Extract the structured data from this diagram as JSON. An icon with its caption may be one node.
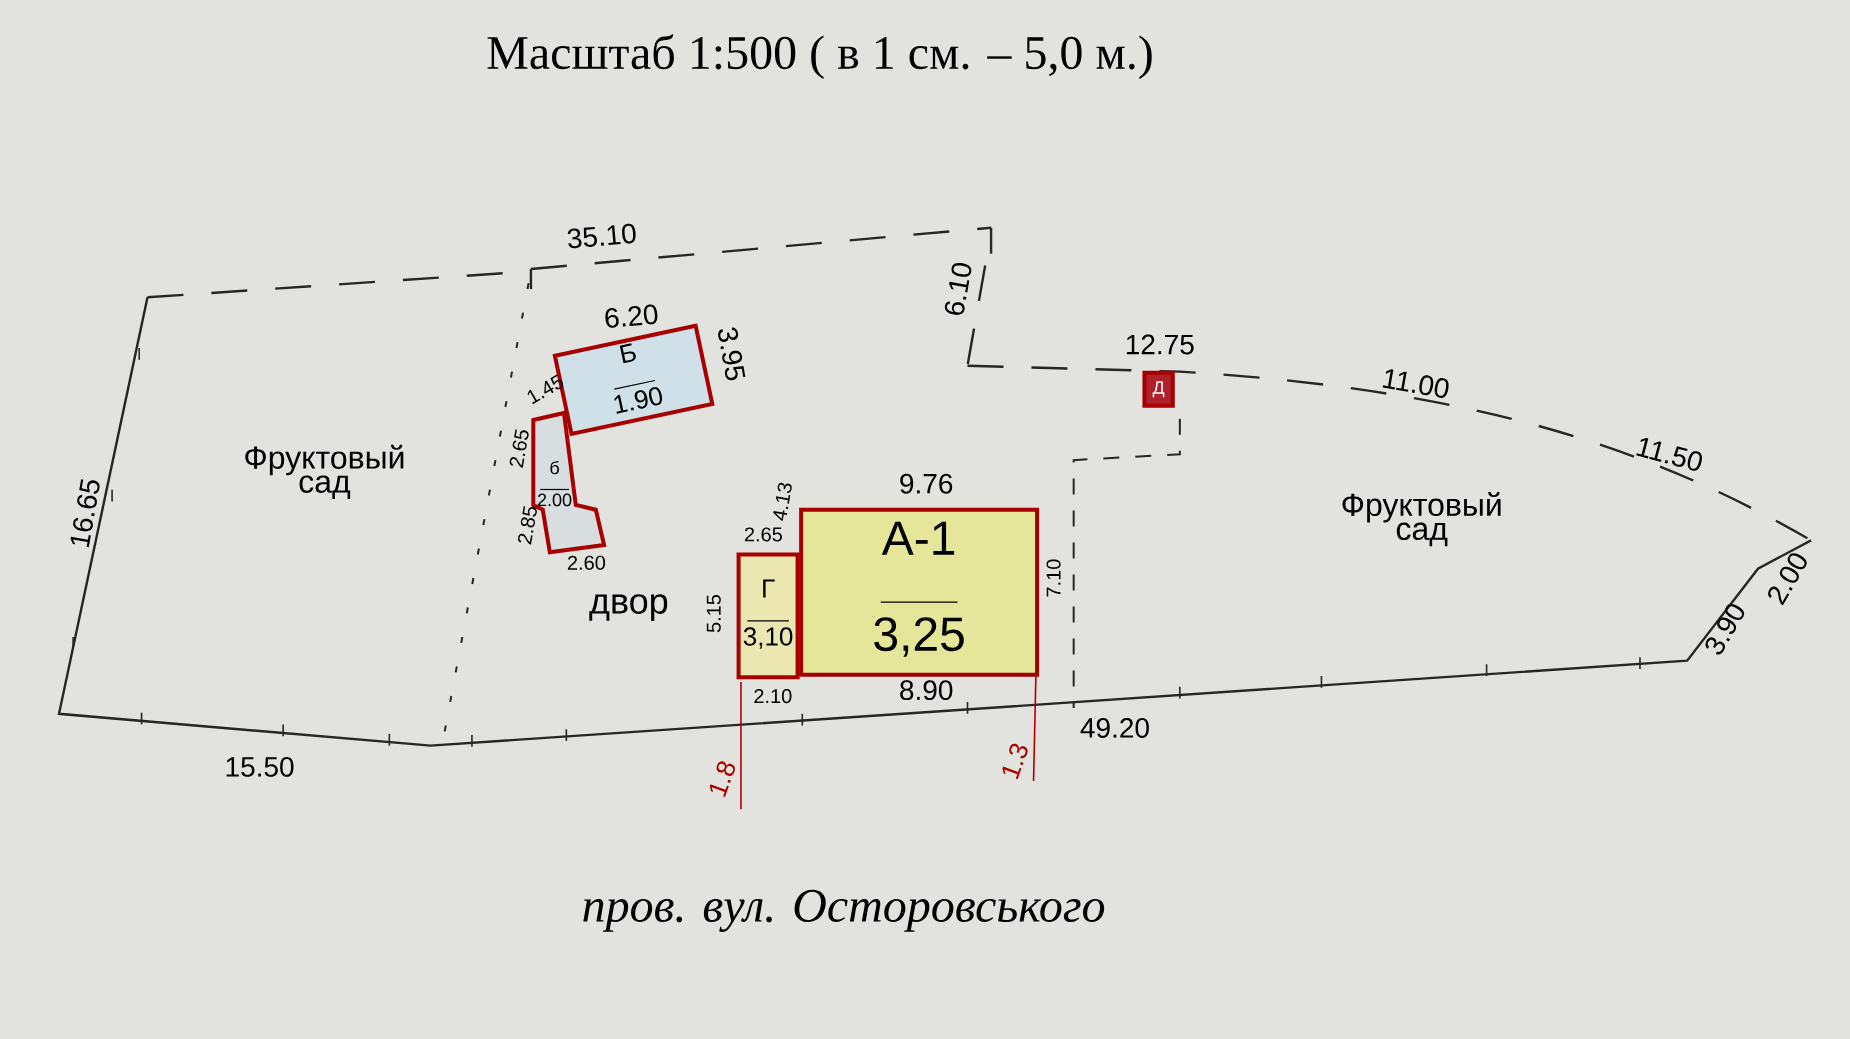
{
  "diagram": {
    "title": "Масштаб 1:500 ( в 1 см. – 5,0 м.)",
    "caption": "пров. вул. Осторовського",
    "nodes": [
      {
        "text": [
          "Б",
          "1.90"
        ]
      },
      {
        "text": [
          "Д"
        ]
      },
      {
        "text": [
          "б",
          "2.00"
        ]
      },
      {
        "text": [
          "Г",
          "3,10"
        ]
      },
      {
        "text": [
          "А-1",
          "3,25"
        ]
      }
    ],
    "labels": [
      "35.10",
      "6.10",
      "12.75",
      "11.00",
      "11.50",
      "6.20",
      "3.95",
      "1.45",
      "2.65",
      "Фруктовый сад",
      "Фруктовый сад",
      "16.65",
      "2.85",
      "2.60",
      "4.13",
      "9.76",
      "2.65",
      "7.10",
      "двор",
      "5.15",
      "2.00",
      "3.90",
      "2.10",
      "8.90",
      "49.20",
      "15.50",
      "1.8",
      "1.3"
    ]
  }
}
